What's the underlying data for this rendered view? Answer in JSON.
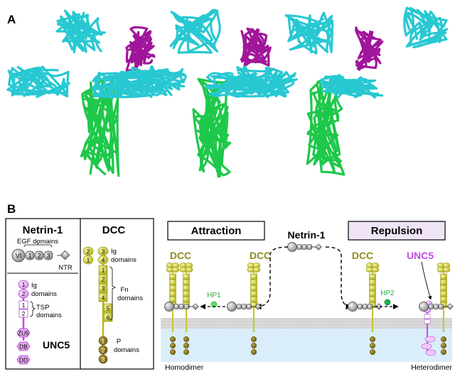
{
  "panel_a": {
    "label": "A"
  },
  "panel_b": {
    "label": "B",
    "legend": {
      "netrin_title": "Netrin-1",
      "egf_label": "EGF domains",
      "netrin_domains": [
        "VI",
        "1",
        "2",
        "3"
      ],
      "ntr_label": "NTR",
      "dcc_title": "DCC",
      "dcc_ig_nums": [
        "2",
        "3",
        "1",
        "4"
      ],
      "ig_domains_label": [
        "Ig",
        "domains"
      ],
      "fn_nums": [
        "1",
        "2",
        "3",
        "4",
        "5",
        "6"
      ],
      "fn_domains_label": [
        "Fn",
        "domains"
      ],
      "p_nums": [
        "1",
        "2",
        "3"
      ],
      "p_domains_label": [
        "P",
        "domains"
      ],
      "unc5_ig_nums": [
        "1",
        "2"
      ],
      "unc5_ig_label": [
        "Ig",
        "domains"
      ],
      "tsp_nums": [
        "1",
        "2"
      ],
      "tsp_label": [
        "TSP",
        "domains"
      ],
      "unc5_intracellular": [
        "ZU5",
        "DB",
        "DD"
      ],
      "unc5_title": "UNC5"
    },
    "main": {
      "attraction_label": "Attraction",
      "repulsion_label": "Repulsion",
      "netrin_label": "Netrin-1",
      "dcc_label": "DCC",
      "unc5_label": "UNC5",
      "hp1_label": "HP1",
      "hp2_label": "HP2",
      "homodimer_label": "Homodimer",
      "heterodimer_label": "Heterodimer"
    }
  },
  "colors": {
    "netrin_cyan": "#28c8d2",
    "dcc_green": "#1ec84a",
    "unc5_magenta": "#a0169a",
    "dcc_olive": "#c8c832",
    "dcc_text": "#8c8c1e",
    "unc5_purple": "#c24be6",
    "hp1_green": "#5fe05a",
    "hp2_green": "#1bb24a",
    "repulsion_bg": "#f0e4f7",
    "membrane_gray": "#d4d4d4",
    "cytoplasm_blue": "#d9eefa"
  }
}
